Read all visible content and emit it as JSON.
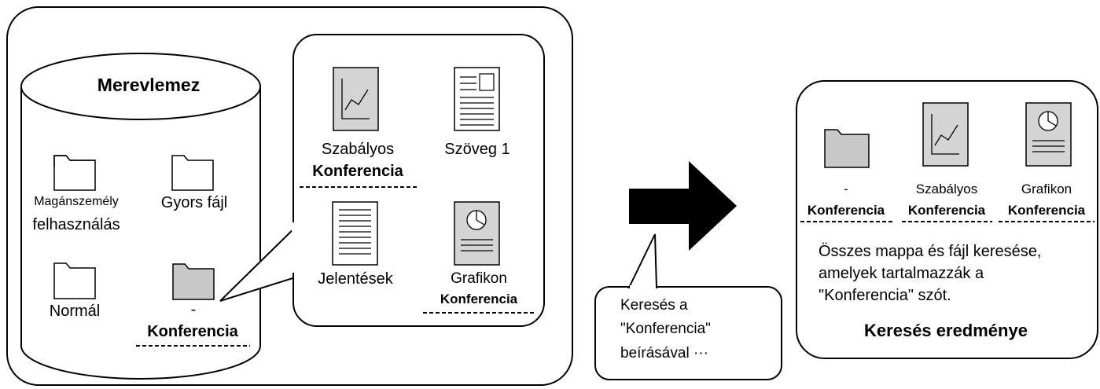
{
  "left_panel": {
    "disk_title": "Merevlemez",
    "folders": [
      {
        "label": "Magánszemély",
        "label2": "felhasználás"
      },
      {
        "label": "Gyors fájl"
      },
      {
        "label": "Normál"
      },
      {
        "label": "-",
        "label2": "Konferencia"
      }
    ],
    "files": [
      {
        "label": "Szabályos",
        "label2": "Konferencia"
      },
      {
        "label": "Szöveg 1"
      },
      {
        "label": "Jelentések"
      },
      {
        "label": "Grafikon",
        "label2": "Konferencia"
      }
    ]
  },
  "callout": {
    "line1": "Keresés a",
    "line2": "\"Konferencia\"",
    "line3": "beírásával ···"
  },
  "result_panel": {
    "items": [
      {
        "label": "-",
        "label2": "Konferencia"
      },
      {
        "label": "Szabályos",
        "label2": "Konferencia"
      },
      {
        "label": "Grafikon",
        "label2": "Konferencia"
      }
    ],
    "desc_line1": "Összes mappa és fájl keresése,",
    "desc_line2": "amelyek tartalmazzák a",
    "desc_line3": "\"Konferencia\" szót.",
    "title": "Keresés eredménye"
  },
  "colors": {
    "folder_highlight": "#c8c8c8",
    "file_highlight": "#d4d4d4",
    "arrow": "#000000"
  }
}
